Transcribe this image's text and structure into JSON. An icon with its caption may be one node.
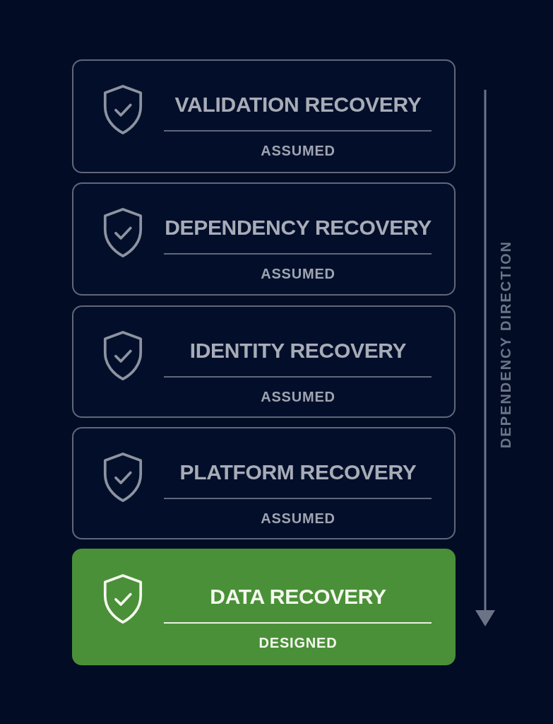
{
  "diagram": {
    "nodes": [
      {
        "text": [
          "VALIDATION RECOVERY",
          "ASSUMED"
        ]
      },
      {
        "text": [
          "DEPENDENCY RECOVERY",
          "ASSUMED"
        ]
      },
      {
        "text": [
          "IDENTITY RECOVERY",
          "ASSUMED"
        ]
      },
      {
        "text": [
          "PLATFORM RECOVERY",
          "ASSUMED"
        ]
      },
      {
        "text": [
          "DATA RECOVERY",
          "DESIGNED"
        ]
      }
    ],
    "labels": [
      "DEPENDENCY DIRECTION"
    ]
  }
}
